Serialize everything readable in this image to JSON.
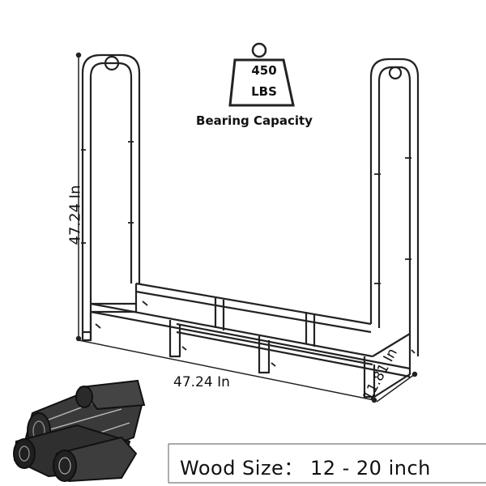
{
  "capacity": {
    "weight_value": "450",
    "weight_unit": "LBS",
    "label": "Bearing Capacity"
  },
  "dimensions": {
    "height": "47.24 In",
    "width": "47.24 In",
    "depth": "11.81 In"
  },
  "wood_size": {
    "text": "Wood Size： 12 - 20 inch"
  },
  "icons": {
    "weight": "weight-icon",
    "rack": "log-rack-icon",
    "firewood": "firewood-logs-icon"
  },
  "colors": {
    "line": "#222222",
    "background": "#ffffff"
  }
}
